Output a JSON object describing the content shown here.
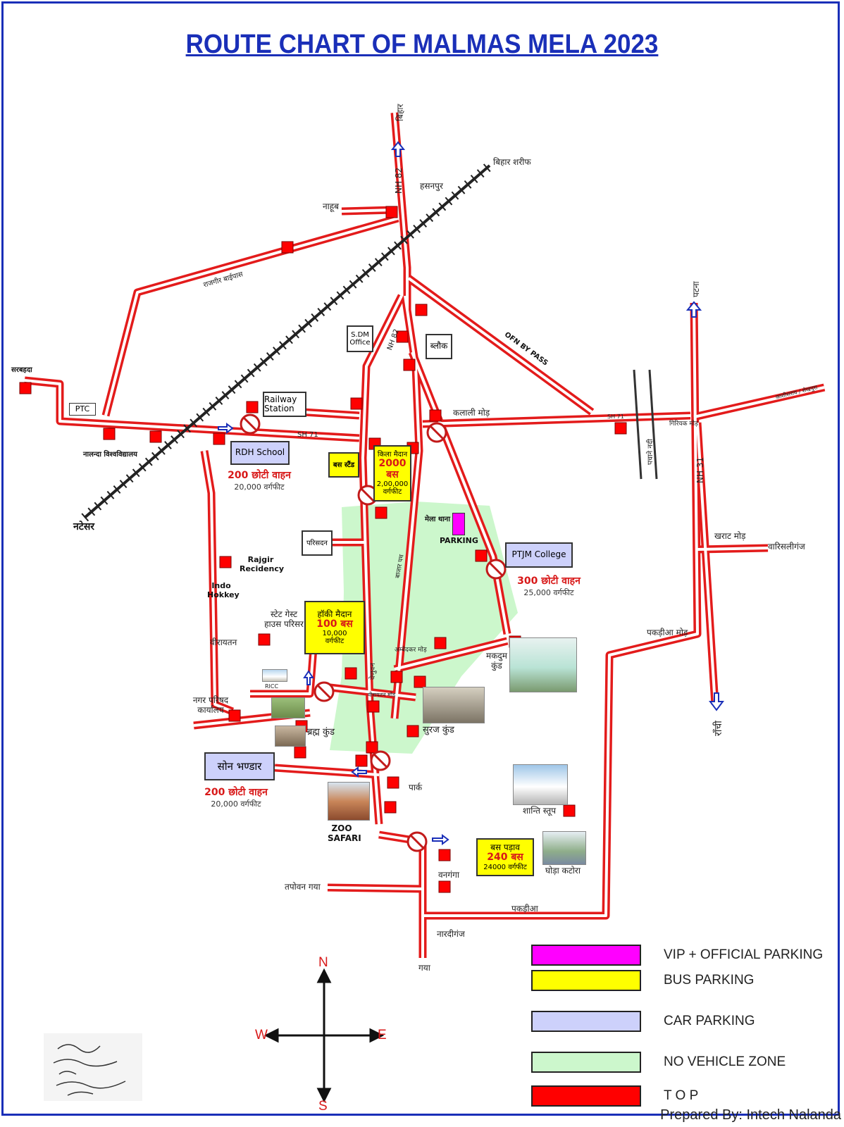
{
  "title": "ROUTE CHART OF MALMAS MELA 2023",
  "places": {
    "bihar": "बिहार",
    "nh82": "NH 82",
    "nh82b": "NH 82",
    "bihar_sharif": "बिहार शरीफ",
    "hasanpur": "हसनपुर",
    "nahub": "नाहूब",
    "rajgir_bypass": "राजगीर बाईपास",
    "sarbahda": "सरबहदा",
    "ptc": "PTC",
    "sh71": "SH 71",
    "sh71b": "SH 71",
    "nalanda_univ": "नालन्दा विश्वविद्यालय",
    "natesar": "नटेसर",
    "railway_station": "Railway Station",
    "sdm_office": "S.DM Office",
    "block": "ब्लौक",
    "ofn_bypass": "OFN BY PASS",
    "patna": "पटना",
    "kalali_mod": "कलाली मोड़",
    "giriyak_mod": "गिरियक मोड़",
    "panchane_nadi": "पचाने नदी",
    "kashisaray": "काशीसराय / शेखपुरा",
    "nh31": "NH 31",
    "kharat_mod": "खराट मोड़",
    "warisaliganj": "वारिसलीगंज",
    "pakdia_mod": "पकड़ीआ मोड़",
    "ranchi": "रॉंची",
    "mela_thana": "मेला थाना",
    "parking": "PARKING",
    "parisadan": "परिसदन",
    "rajgir_residency": "Rajgir Recidency",
    "indo_hokkey": "Indo Hokkey",
    "state_guest_house": "स्टेट गेस्ट हाउस परिसर",
    "virayatan": "वीरायतन",
    "ricc": "RICC",
    "nagar_parishad": "नगर परिषद कार्यालय",
    "ambedkar_mod": "अम्बेदकर मोड़",
    "makdum_kund": "मकदुम कुंड",
    "virayatan_mod": "वीरायतन मोड़",
    "brahm_kund": "ब्रह्म कुंड",
    "suraj_kund": "सुरज कुंड",
    "venuvan": "वेणुवन",
    "bazar_path": "बाजार पथ",
    "park": "पार्क",
    "shanti_stup": "शान्ति स्तूप",
    "zoo_safari": "ZOO SAFARI",
    "vanganga": "वनगंगा",
    "ghoda_katora": "घोड़ा कटोरा",
    "tapovan_gaya": "तपोवन गया",
    "pakdia": "पकड़ीआ",
    "nardiganj": "नारदीगंज",
    "gaya": "गया"
  },
  "parkings": {
    "rdh": {
      "name": "RDH School",
      "capacity": "200 छोटी वाहन",
      "area": "20,000 वर्गफीट"
    },
    "ptjm": {
      "name": "PTJM College",
      "capacity": "300 छोटी वाहन",
      "area": "25,000 वर्गफीट"
    },
    "son": {
      "name": "सोन भण्डार",
      "capacity": "200 छोटी वाहन",
      "area": "20,000 वर्गफीट"
    },
    "bus_stand": {
      "name": "बस स्टैंड"
    },
    "kila": {
      "name": "किला मैदान",
      "capacity": "2000 बस",
      "area": "2,00,000 वर्गफीट"
    },
    "hockey": {
      "name": "हॉकी मैदान",
      "capacity": "100 बस",
      "area": "10,000 वर्गफीट"
    },
    "bus_padav": {
      "name": "बस पड़ाव",
      "capacity": "240 बस",
      "area": "24000 वर्गफीट"
    }
  },
  "legend": [
    {
      "label": "VIP + OFFICIAL PARKING",
      "color": "#ff00ff"
    },
    {
      "label": "BUS PARKING",
      "color": "#ffff00"
    },
    {
      "label": "CAR PARKING",
      "color": "#cdd1fb"
    },
    {
      "label": "NO VEHICLE ZONE",
      "color": "#ccf7cc"
    },
    {
      "label": "T O P",
      "color": "#ff0000"
    }
  ],
  "compass": {
    "n": "N",
    "s": "S",
    "e": "E",
    "w": "W"
  },
  "prepared_by": "Prepared By: Intech Nalanda",
  "colors": {
    "road": "#e31b1b",
    "title": "#1a2fb8",
    "no_vehicle": "#ccf7cc",
    "top": "#ff0000"
  }
}
